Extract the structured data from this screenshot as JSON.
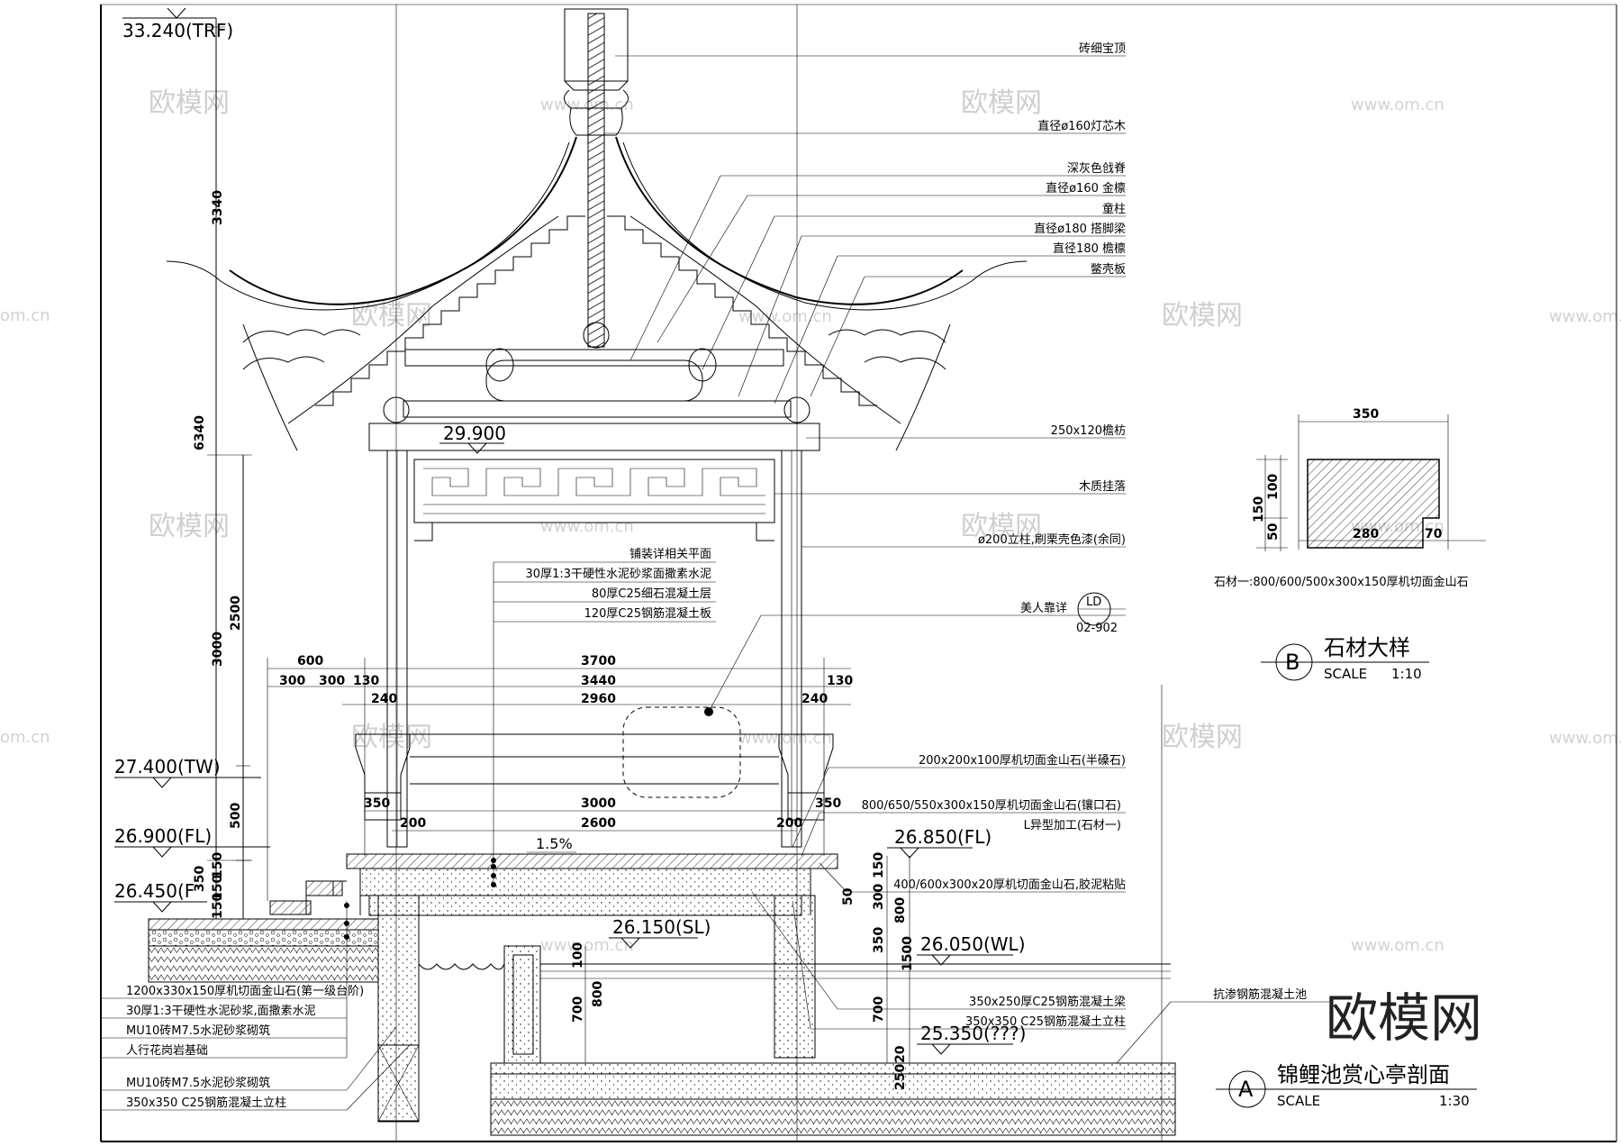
{
  "elevations": [
    {
      "id": "trf",
      "text": "33.240(TRF)"
    },
    {
      "id": "tw",
      "text": "27.400(TW)"
    },
    {
      "id": "fl-left",
      "text": "26.900(FL)"
    },
    {
      "id": "f-step",
      "text": "26.450(F"
    },
    {
      "id": "ceiling",
      "text": "29.900"
    },
    {
      "id": "fl-right",
      "text": "26.850(FL)"
    },
    {
      "id": "sl",
      "text": "26.150(SL)"
    },
    {
      "id": "wl",
      "text": "26.050(WL)"
    },
    {
      "id": "bottom",
      "text": "25.350(???)"
    }
  ],
  "right_labels": [
    "砖细宝顶",
    "直径ø160灯芯木",
    "深灰色戗脊",
    "直径ø160 金檩",
    "童柱",
    "直径ø180 搭脚梁",
    "直径180 檐檩",
    "鳖壳板",
    "250x120檐枋",
    "木质挂落",
    "ø200立柱,刷栗壳色漆(余同)",
    "美人靠详",
    "200x200x100厚机切面金山石(半磉石)",
    "800/650/550x300x150厚机切面金山石(镶口石)",
    "L异型加工(石材一)",
    "400/600x300x20厚机切面金山石,胶泥粘贴",
    "350x250厚C25钢筋混凝土梁",
    "350x350 C25钢筋混凝土立柱",
    "抗渗钢筋混凝土池"
  ],
  "floor_notes": [
    "铺装详相关平面",
    "30厚1:3干硬性水泥砂浆面撒素水泥",
    "80厚C25细石混凝土层",
    "120厚C25钢筋混凝土板"
  ],
  "detail_ref": {
    "top": "LD",
    "bottom": "02-902"
  },
  "left_notes": [
    "1200x330x150厚机切面金山石(第一级台阶)",
    "30厚1:3干硬性水泥砂浆,面撒素水泥",
    "MU10砖M7.5水泥砂浆砌筑",
    "人行花岗岩基础",
    "MU10砖M7.5水泥砂浆砌筑",
    "350x350 C25钢筋混凝土立柱"
  ],
  "dimensions": {
    "h_3340": "3340",
    "h_6340": "6340",
    "h_3000": "3000",
    "h_2500": "2500",
    "h_500": "500",
    "h_150a": "150",
    "h_150b": "150",
    "h_350": "350",
    "h_150c": "150",
    "w_600": "600",
    "w_300a": "300",
    "w_300b": "300",
    "w_130a": "130",
    "w_3700": "3700",
    "w_3440": "3440",
    "w_130b": "130",
    "w_240a": "240",
    "w_2960": "2960",
    "w_240b": "240",
    "w_350a": "350",
    "w_3000": "3000",
    "w_350b": "350",
    "w_200a": "200",
    "w_2600": "2600",
    "w_200b": "200",
    "slope": "1.5%",
    "r_150": "150",
    "r_300": "300",
    "r_800": "800",
    "r_350": "350",
    "r_1500": "1500",
    "r_700": "700",
    "r_50": "50",
    "r_250": "250",
    "r_20": "20",
    "p_100": "100",
    "p_700": "700",
    "p_800": "800"
  },
  "detail_b": {
    "w_top": "350",
    "h_150": "150",
    "h_100": "100",
    "h_50": "50",
    "w_280": "280",
    "w_70": "70",
    "note": "石材一:800/600/500x300x150厚机切面金山石",
    "marker": "B",
    "title": "石材大样",
    "scale_label": "SCALE",
    "scale_value": "1:10"
  },
  "section_a": {
    "marker": "A",
    "title": "锦鲤池赏心亭剖面",
    "scale_label": "SCALE",
    "scale_value": "1:30"
  },
  "watermarks": {
    "logo": "欧模网",
    "url": "www.om.cn",
    "url2": "om.cn"
  }
}
